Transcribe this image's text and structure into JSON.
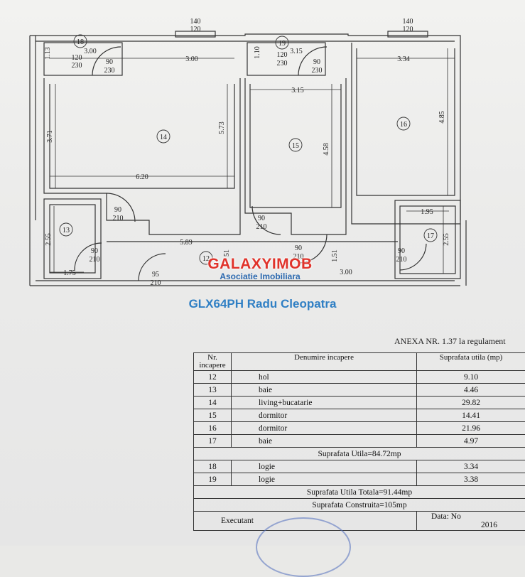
{
  "plan": {
    "window_labels": [
      {
        "top": "140",
        "bottom": "120"
      },
      {
        "top": "140",
        "bottom": "120"
      }
    ],
    "room_numbers": [
      "18",
      "19",
      "14",
      "15",
      "16",
      "13",
      "17",
      "12"
    ],
    "dimensions": [
      "3.00",
      "3.00",
      "3.15",
      "3.15",
      "3.34",
      "1.13",
      "1.10",
      "5.73",
      "3.71",
      "4.58",
      "4.85",
      "6.20",
      "2.55",
      "2.55",
      "1.95",
      "5.89",
      "1.75",
      "1.51",
      "51",
      "3.00"
    ],
    "doors": [
      {
        "top": "120",
        "bottom": "230"
      },
      {
        "top": "90",
        "bottom": "230"
      },
      {
        "top": "120",
        "bottom": "230"
      },
      {
        "top": "90",
        "bottom": "230"
      },
      {
        "top": "90",
        "bottom": "210"
      },
      {
        "top": "90",
        "bottom": "210"
      },
      {
        "top": "90",
        "bottom": "210"
      },
      {
        "top": "90",
        "bottom": "210"
      },
      {
        "top": "90",
        "bottom": "210"
      },
      {
        "top": "95",
        "bottom": "210"
      }
    ]
  },
  "watermark": {
    "brand": "GALAXYIMOB",
    "subtitle": "Asociatie Imobiliara"
  },
  "caption": "GLX64PH Radu Cleopatra",
  "anexa": "ANEXA NR. 1.37 la regulament",
  "table": {
    "headers": {
      "nr": "Nr. incapere",
      "den": "Denumire incapere",
      "sup": "Suprafata utila (mp)"
    },
    "rooms": [
      {
        "nr": "12",
        "name": "hol",
        "area": "9.10"
      },
      {
        "nr": "13",
        "name": "baie",
        "area": "4.46"
      },
      {
        "nr": "14",
        "name": "living+bucatarie",
        "area": "29.82"
      },
      {
        "nr": "15",
        "name": "dormitor",
        "area": "14.41"
      },
      {
        "nr": "16",
        "name": "dormitor",
        "area": "21.96"
      },
      {
        "nr": "17",
        "name": "baie",
        "area": "4.97"
      }
    ],
    "suprafata_utila": "Suprafata Utila=84.72mp",
    "logii": [
      {
        "nr": "18",
        "name": "logie",
        "area": "3.34"
      },
      {
        "nr": "19",
        "name": "logie",
        "area": "3.38"
      }
    ],
    "suprafata_totala": "Suprafata Utila Totala=91.44mp",
    "suprafata_construita": "Suprafata Construita=105mp",
    "executant": "Executant",
    "data": "Data: No",
    "year": "2016"
  }
}
